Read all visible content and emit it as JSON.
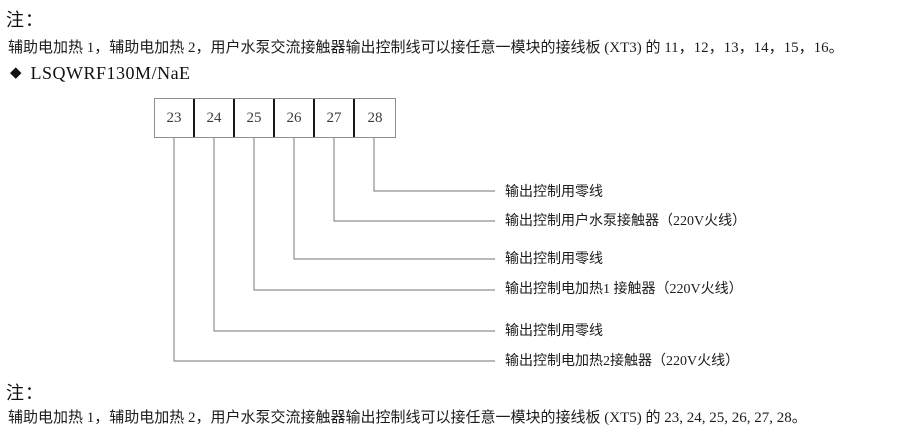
{
  "note_top": {
    "heading": "注：",
    "body": "辅助电加热 1，辅助电加热 2，用户水泵交流接触器输出控制线可以接任意一模块的接线板 (XT3) 的 11，12，13，14，15，16。"
  },
  "model_heading": {
    "bullet": "◆",
    "label": "LSQWRF130M/NaE"
  },
  "diagram": {
    "terminals": [
      "23",
      "24",
      "25",
      "26",
      "27",
      "28"
    ],
    "labels": [
      "输出控制用零线",
      "输出控制用户水泵接触器（220V火线）",
      "输出控制用零线",
      "输出控制电加热1 接触器（220V火线）",
      "输出控制用零线",
      "输出控制电加热2接触器（220V火线）"
    ],
    "connections": [
      {
        "terminal": "28",
        "label": "输出控制用零线"
      },
      {
        "terminal": "27",
        "label": "输出控制用户水泵接触器（220V火线）"
      },
      {
        "terminal": "26",
        "label": "输出控制用零线"
      },
      {
        "terminal": "25",
        "label": "输出控制电加热1 接触器（220V火线）"
      },
      {
        "terminal": "24",
        "label": "输出控制用零线"
      },
      {
        "terminal": "23",
        "label": "输出控制电加热2接触器（220V火线）"
      }
    ]
  },
  "note_bottom": {
    "heading": "注：",
    "body": "辅助电加热 1，辅助电加热 2，用户水泵交流接触器输出控制线可以接任意一模块的接线板 (XT5) 的 23, 24, 25, 26, 27, 28。"
  },
  "colors": {
    "line": "#8f8f8f",
    "divider": "#161616",
    "text": "#1c1c1c",
    "background": "#ffffff"
  }
}
